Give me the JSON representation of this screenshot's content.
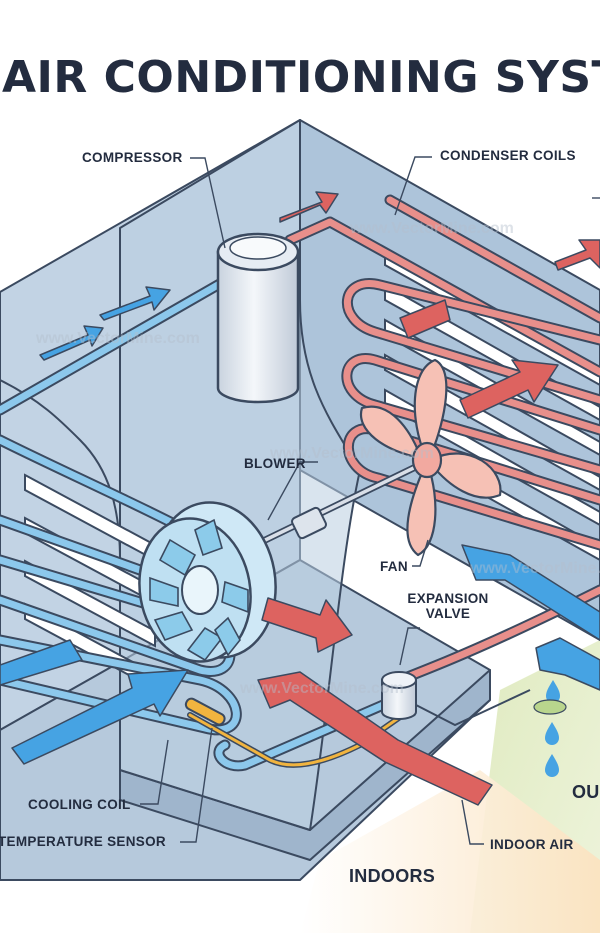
{
  "title": "AIR CONDITIONING SYSTEM",
  "watermark": "www.VectorMine.com",
  "labels": {
    "compressor": "COMPRESSOR",
    "condenser_coils": "CONDENSER COILS",
    "blower": "BLOWER",
    "fan": "FAN",
    "expansion_valve_line1": "EXPANSION",
    "expansion_valve_line2": "VALVE",
    "cooling_coil": "COOLING COIL",
    "temperature_sensor": "TEMPERATURE SENSOR",
    "indoor_air": "INDOOR AIR",
    "indoors": "INDOORS",
    "outdoors_partial": "OU"
  },
  "colors": {
    "title": "#232c3f",
    "hot_pipe": "#e88f8b",
    "hot_arrow": "#dd6360",
    "cold_pipe": "#8cc8ec",
    "cold_arrow": "#46a3e3",
    "housing": "#a9bfd6",
    "fan_blade": "#f6c1b5",
    "sensor": "#f1b43f",
    "outdoor_ground": "#e3edca",
    "indoor_ground": "#fbe7c9"
  }
}
